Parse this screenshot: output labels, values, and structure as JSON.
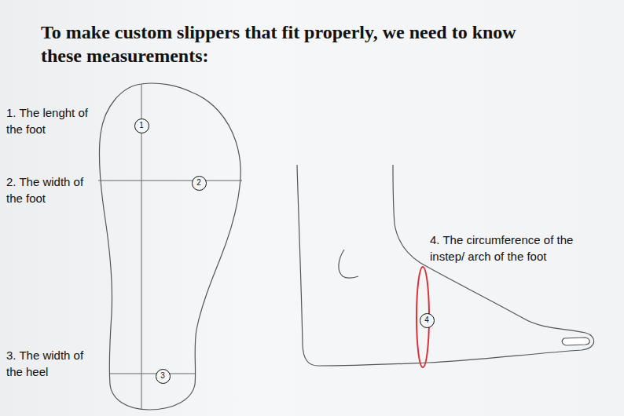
{
  "diagram": {
    "title": "To make custom slippers that fit properly, we need to know these measurements:",
    "nodes": [
      {
        "text": [
          "1"
        ]
      },
      {
        "text": [
          "2"
        ]
      },
      {
        "text": [
          "3"
        ]
      },
      {
        "text": [
          "4"
        ]
      }
    ],
    "labels": [
      "1. The lenght of the foot",
      "2. The width of the foot",
      "3. The width of the heel",
      "4. The circumference of the instep/ arch of the foot"
    ]
  }
}
